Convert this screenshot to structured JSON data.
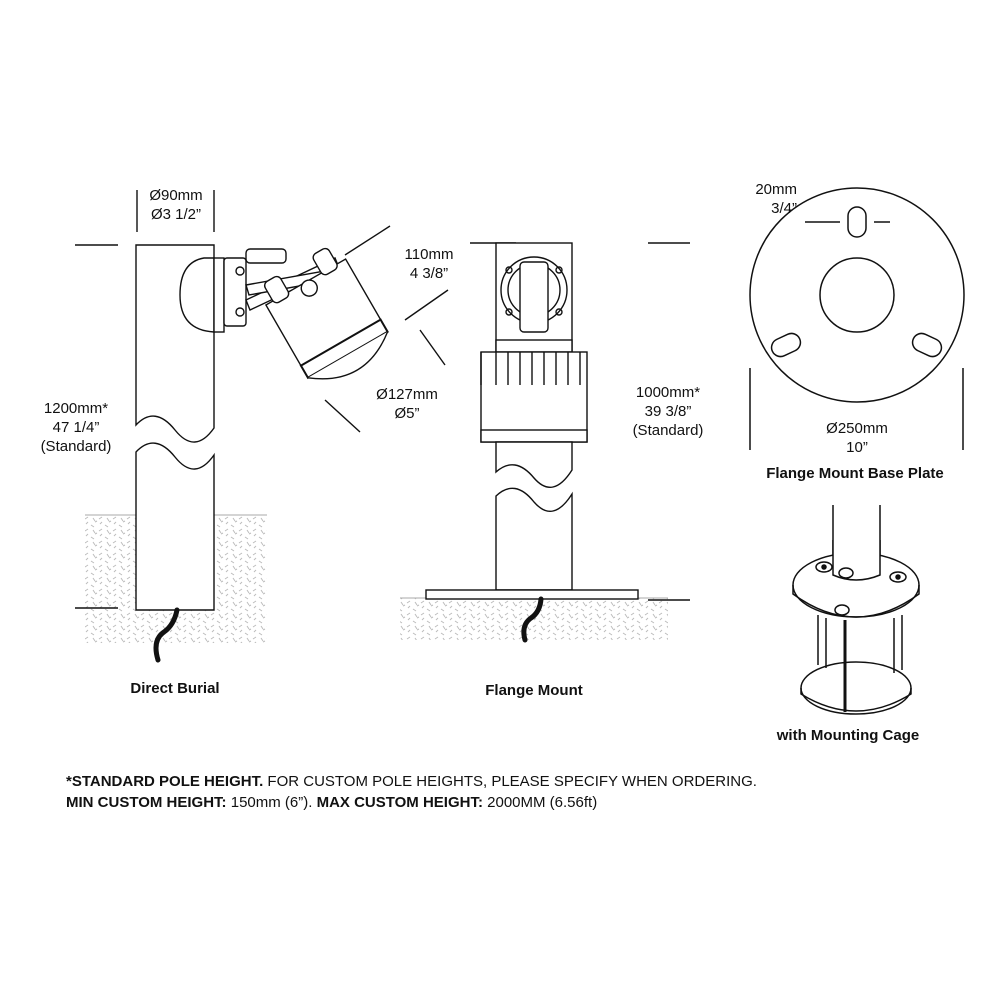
{
  "views": {
    "direct_burial": {
      "caption": "Direct Burial",
      "diameter_mm": "Ø90mm",
      "diameter_in": "Ø3 1/2”",
      "height_mm": "1200mm*",
      "height_in": "47 1/4”",
      "height_note": "(Standard)",
      "length_mm": "110mm",
      "length_in": "4 3/8”",
      "head_dia_mm": "Ø127mm",
      "head_dia_in": "Ø5”"
    },
    "flange_mount": {
      "caption": "Flange Mount",
      "height_mm": "1000mm*",
      "height_in": "39 3/8”",
      "height_note": "(Standard)"
    },
    "base_plate": {
      "caption": "Flange Mount Base Plate",
      "slot_mm": "20mm",
      "slot_in": "3/4”",
      "dia_mm": "Ø250mm",
      "dia_in": "10”"
    },
    "mounting_cage": {
      "caption": "with Mounting Cage"
    }
  },
  "footnote": {
    "line1_bold": "*STANDARD POLE  HEIGHT.",
    "line1_text": " FOR CUSTOM POLE  HEIGHTS, PLEASE SPECIFY WHEN ORDERING.",
    "line2_bold1": "MIN CUSTOM HEIGHT:",
    "line2_text1": " 150mm (6”). ",
    "line2_bold2": "MAX CUSTOM HEIGHT:",
    "line2_text2": " 2000MM (6.56ft)"
  },
  "colors": {
    "line": "#111111",
    "hatch": "#bdbdbd"
  }
}
